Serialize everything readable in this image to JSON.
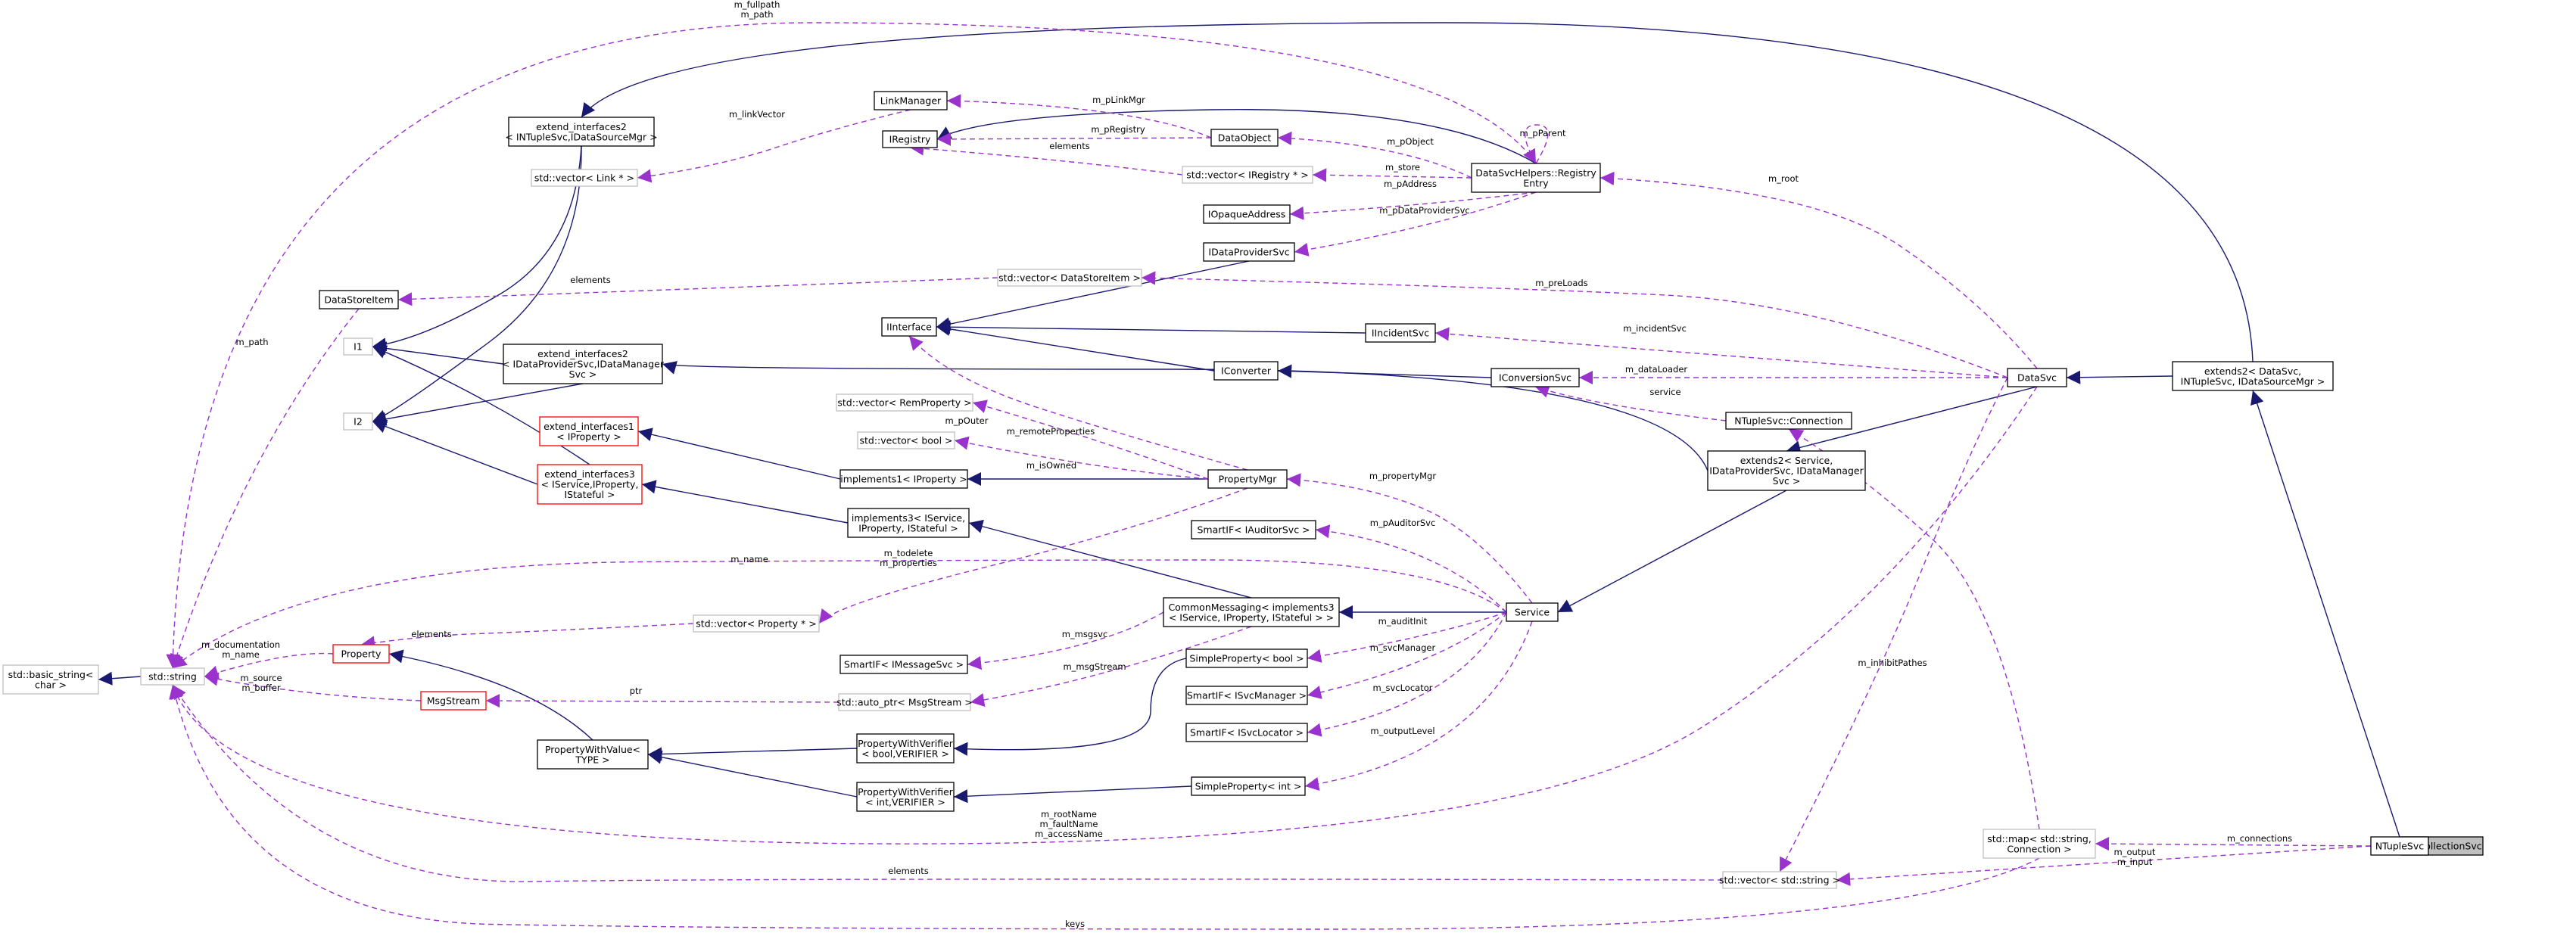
{
  "diagram": {
    "colors": {
      "inheritance_edge": "#191970",
      "usage_edge": "#9a32cd",
      "node_border": "#000000",
      "template_node_border": "#ff0000",
      "external_node_border": "#bfbfbf",
      "current_node_fill": "#bfbfbf"
    },
    "nodes": [
      {
        "id": "tagcol",
        "lines": [
          "TagCollectionSvc"
        ],
        "style": "current"
      },
      {
        "id": "ntuplesvc",
        "lines": [
          "NTupleSvc"
        ],
        "style": "normal"
      },
      {
        "id": "stdmap",
        "lines": [
          "std::map< std::string,",
          "Connection >"
        ],
        "style": "gray"
      },
      {
        "id": "vecstring",
        "lines": [
          "std::vector< std::string >"
        ],
        "style": "gray"
      },
      {
        "id": "datasvc",
        "lines": [
          "DataSvc"
        ],
        "style": "normal"
      },
      {
        "id": "extends2ds",
        "lines": [
          "extends2< DataSvc,",
          "INTupleSvc, IDataSourceMgr >"
        ],
        "style": "normal"
      },
      {
        "id": "ntupleconn",
        "lines": [
          "NTupleSvc::Connection"
        ],
        "style": "normal"
      },
      {
        "id": "extends2svc",
        "lines": [
          "extends2< Service,",
          "IDataProviderSvc, IDataManager",
          "Svc >"
        ],
        "style": "normal"
      },
      {
        "id": "service",
        "lines": [
          "Service"
        ],
        "style": "normal"
      },
      {
        "id": "iconversionsvc",
        "lines": [
          "IConversionSvc"
        ],
        "style": "normal"
      },
      {
        "id": "iincidentsvc",
        "lines": [
          "IIncidentSvc"
        ],
        "style": "normal"
      },
      {
        "id": "iconverter",
        "lines": [
          "IConverter"
        ],
        "style": "normal"
      },
      {
        "id": "iinterface",
        "lines": [
          "IInterface"
        ],
        "style": "normal"
      },
      {
        "id": "idataprovidersvc",
        "lines": [
          "IDataProviderSvc"
        ],
        "style": "normal"
      },
      {
        "id": "iopaqueaddress",
        "lines": [
          "IOpaqueAddress"
        ],
        "style": "normal"
      },
      {
        "id": "registryentry",
        "lines": [
          "DataSvcHelpers::Registry",
          "Entry"
        ],
        "style": "normal"
      },
      {
        "id": "vecireg",
        "lines": [
          "std::vector< IRegistry * >"
        ],
        "style": "gray"
      },
      {
        "id": "dataobject",
        "lines": [
          "DataObject"
        ],
        "style": "normal"
      },
      {
        "id": "iregistry",
        "lines": [
          "IRegistry"
        ],
        "style": "normal"
      },
      {
        "id": "linkmanager",
        "lines": [
          "LinkManager"
        ],
        "style": "normal"
      },
      {
        "id": "veclink",
        "lines": [
          "std::vector< Link * >"
        ],
        "style": "gray"
      },
      {
        "id": "extint2ntuple",
        "lines": [
          "extend_interfaces2",
          "< INTupleSvc,IDataSourceMgr >"
        ],
        "style": "normal"
      },
      {
        "id": "extint2dp",
        "lines": [
          "extend_interfaces2",
          "< IDataProviderSvc,IDataManager",
          "Svc >"
        ],
        "style": "normal"
      },
      {
        "id": "i1",
        "lines": [
          "I1"
        ],
        "style": "gray"
      },
      {
        "id": "i2",
        "lines": [
          "I2"
        ],
        "style": "gray"
      },
      {
        "id": "extint1",
        "lines": [
          "extend_interfaces1",
          "< IProperty >"
        ],
        "style": "red"
      },
      {
        "id": "extint3",
        "lines": [
          "extend_interfaces3",
          "< IService,IProperty,",
          "IStateful >"
        ],
        "style": "red"
      },
      {
        "id": "datastoreitem",
        "lines": [
          "DataStoreItem"
        ],
        "style": "normal"
      },
      {
        "id": "vecdsi",
        "lines": [
          "std::vector< DataStoreItem >"
        ],
        "style": "gray"
      },
      {
        "id": "vecremprop",
        "lines": [
          "std::vector< RemProperty >"
        ],
        "style": "gray"
      },
      {
        "id": "vecbool",
        "lines": [
          "std::vector< bool >"
        ],
        "style": "gray"
      },
      {
        "id": "impl1",
        "lines": [
          "implements1< IProperty >"
        ],
        "style": "normal"
      },
      {
        "id": "propertymgr",
        "lines": [
          "PropertyMgr"
        ],
        "style": "normal"
      },
      {
        "id": "impl3",
        "lines": [
          "implements3< IService,",
          "IProperty, IStateful >"
        ],
        "style": "normal"
      },
      {
        "id": "vecprop",
        "lines": [
          "std::vector< Property * >"
        ],
        "style": "gray"
      },
      {
        "id": "commonmsg",
        "lines": [
          "CommonMessaging< implements3",
          "< IService, IProperty, IStateful > >"
        ],
        "style": "normal"
      },
      {
        "id": "smartifaud",
        "lines": [
          "SmartIF< IAuditorSvc >"
        ],
        "style": "normal"
      },
      {
        "id": "smartifmsg",
        "lines": [
          "SmartIF< IMessageSvc >"
        ],
        "style": "normal"
      },
      {
        "id": "simplepropbool",
        "lines": [
          "SimpleProperty< bool >"
        ],
        "style": "normal"
      },
      {
        "id": "autoptr",
        "lines": [
          "std::auto_ptr< MsgStream >"
        ],
        "style": "gray"
      },
      {
        "id": "smartifsvcmgr",
        "lines": [
          "SmartIF< ISvcManager >"
        ],
        "style": "normal"
      },
      {
        "id": "smartifsvcloc",
        "lines": [
          "SmartIF< ISvcLocator >"
        ],
        "style": "normal"
      },
      {
        "id": "pwvbool",
        "lines": [
          "PropertyWithVerifier",
          "< bool,VERIFIER >"
        ],
        "style": "normal"
      },
      {
        "id": "pwvint",
        "lines": [
          "PropertyWithVerifier",
          "< int,VERIFIER >"
        ],
        "style": "normal"
      },
      {
        "id": "simplepropint",
        "lines": [
          "SimpleProperty< int >"
        ],
        "style": "normal"
      },
      {
        "id": "propwithvalue",
        "lines": [
          "PropertyWithValue<",
          "TYPE >"
        ],
        "style": "normal"
      },
      {
        "id": "property",
        "lines": [
          "Property"
        ],
        "style": "red"
      },
      {
        "id": "msgstream",
        "lines": [
          "MsgStream"
        ],
        "style": "red"
      },
      {
        "id": "stdstring",
        "lines": [
          "std::string"
        ],
        "style": "gray"
      },
      {
        "id": "basicstring",
        "lines": [
          "std::basic_string<",
          "char >"
        ],
        "style": "gray"
      }
    ],
    "edge_labels": [
      "m_fullpath\nm_path",
      "m_linkVector",
      "m_pLinkMgr",
      "m_pRegistry",
      "elements",
      "m_pParent",
      "m_pObject",
      "m_store",
      "m_pAddress",
      "m_pDataProviderSvc",
      "m_root",
      "elements",
      "m_preLoads",
      "m_path",
      "m_incidentSvc",
      "m_pOuter",
      "m_dataLoader",
      "service",
      "m_remoteProperties",
      "m_isOwned",
      "elements",
      "m_propertyMgr",
      "m_todelete\nm_properties",
      "m_pAuditorSvc",
      "m_name",
      "m_documentation\nm_name",
      "elements",
      "m_msgsvc",
      "m_auditInit",
      "m_inhibitPathes",
      "m_svcManager",
      "m_source\nm_buffer",
      "ptr",
      "m_msgStream",
      "m_svcLocator",
      "m_outputLevel",
      "m_rootName\nm_faultName\nm_accessName",
      "m_connections",
      "m_output\nm_input",
      "elements",
      "keys"
    ]
  }
}
